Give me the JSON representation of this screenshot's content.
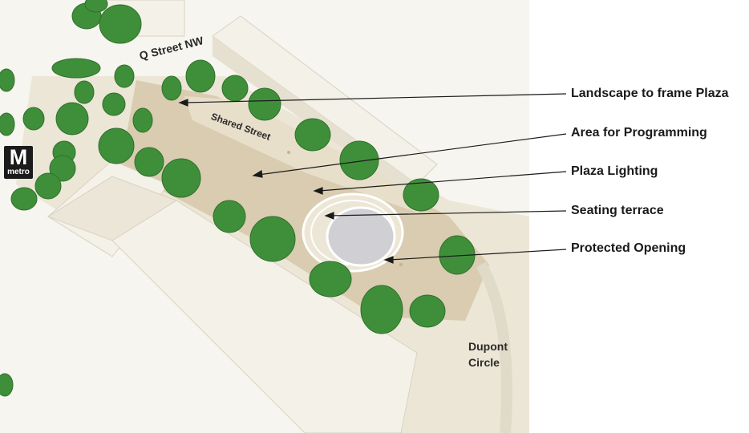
{
  "callouts": [
    {
      "label": "Landscape to frame Plaza",
      "target": "landscape-trees"
    },
    {
      "label": "Area for Programming",
      "target": "programming-area"
    },
    {
      "label": "Plaza Lighting",
      "target": "plaza-lights"
    },
    {
      "label": "Seating terrace",
      "target": "seating-terrace"
    },
    {
      "label": "Protected Opening",
      "target": "protected-opening"
    }
  ],
  "map_labels": {
    "q_street": "Q Street NW",
    "shared_street": "Shared Street",
    "dupont_circle_line1": "Dupont",
    "dupont_circle_line2": "Circle"
  },
  "metro_logo": {
    "letter": "M",
    "word": "metro"
  },
  "colors": {
    "tree": "#3f8f3a",
    "tree_dark": "#2f6f2d",
    "plaza": "#d9ccb0",
    "building": "#f4f1e8",
    "line": "#1a1a1a"
  }
}
